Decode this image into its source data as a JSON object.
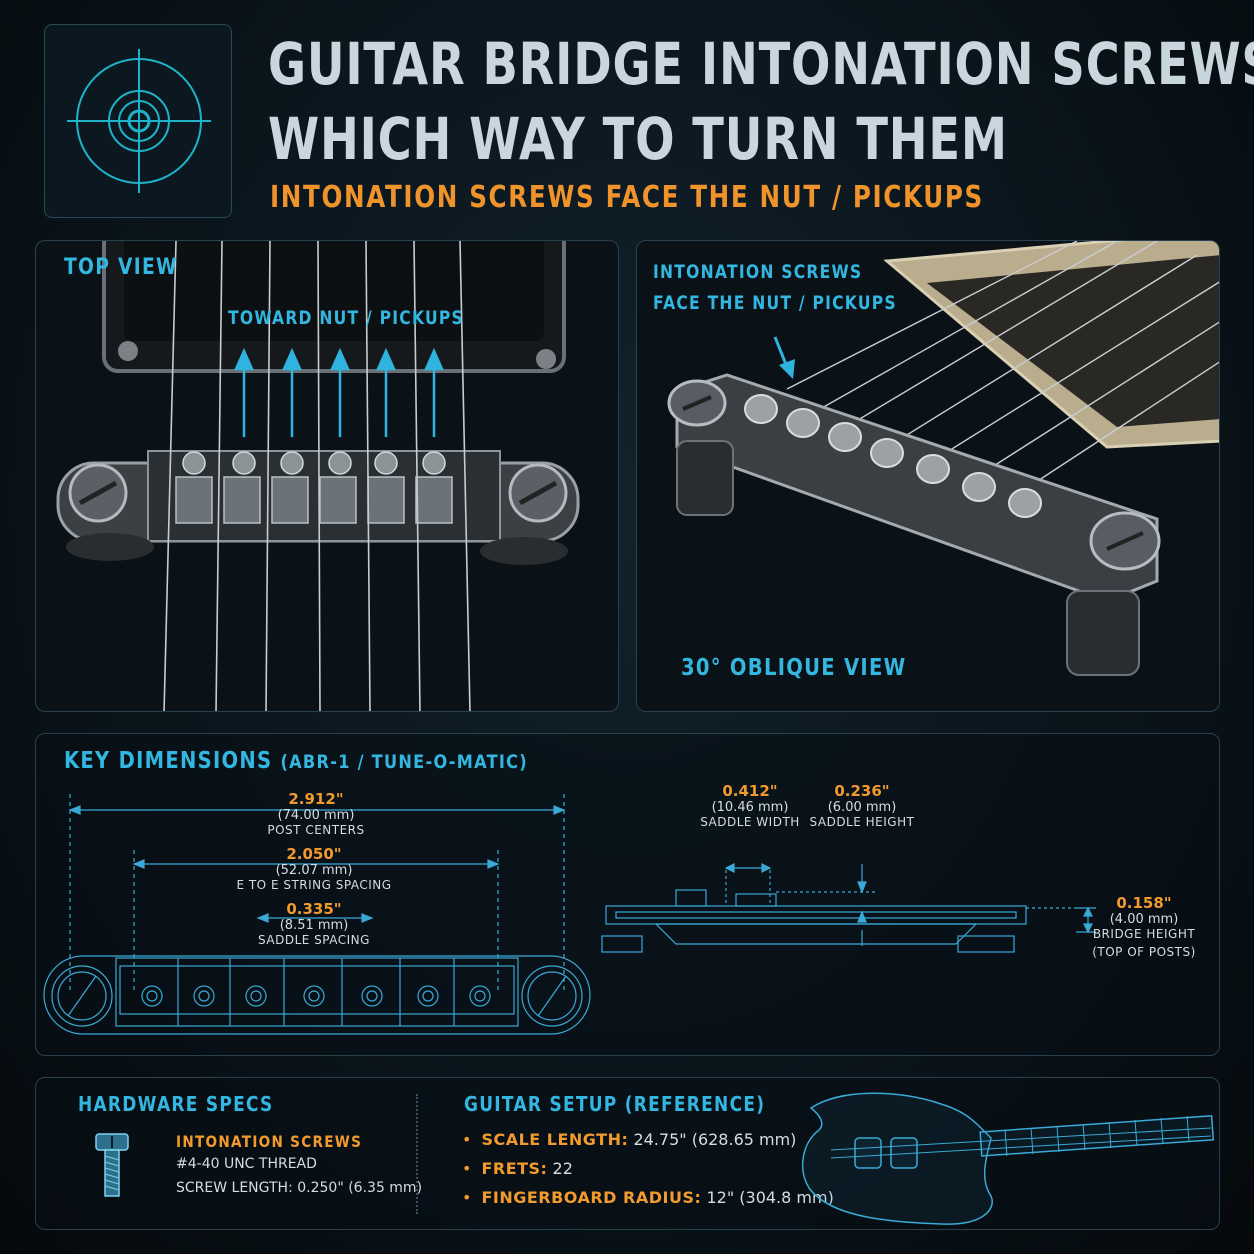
{
  "header": {
    "title_line1": "GUITAR BRIDGE INTONATION SCREWS:",
    "title_line2": "WHICH WAY TO TURN THEM",
    "subtitle": "INTONATION SCREWS FACE THE NUT / PICKUPS"
  },
  "top_view": {
    "label": "TOP VIEW",
    "arrow_label": "TOWARD NUT / PICKUPS"
  },
  "oblique_view": {
    "callout_line1": "INTONATION SCREWS",
    "callout_line2": "FACE THE NUT / PICKUPS",
    "label": "30° OBLIQUE VIEW"
  },
  "dimensions": {
    "title_main": "KEY DIMENSIONS",
    "title_paren": "(ABR-1 / TUNE-O-MATIC)",
    "post_centers": {
      "value": "2.912\"",
      "mm": "(74.00 mm)",
      "caption": "POST CENTERS"
    },
    "string_spacing": {
      "value": "2.050\"",
      "mm": "(52.07 mm)",
      "caption": "E TO E STRING SPACING"
    },
    "saddle_spacing": {
      "value": "0.335\"",
      "mm": "(8.51 mm)",
      "caption": "SADDLE SPACING"
    },
    "saddle_width": {
      "value": "0.412\"",
      "mm": "(10.46 mm)",
      "caption": "SADDLE WIDTH"
    },
    "saddle_height": {
      "value": "0.236\"",
      "mm": "(6.00 mm)",
      "caption": "SADDLE HEIGHT"
    },
    "bridge_height": {
      "value": "0.158\"",
      "mm": "(4.00 mm)",
      "caption1": "BRIDGE HEIGHT",
      "caption2": "(TOP OF POSTS)"
    }
  },
  "hardware": {
    "title": "HARDWARE SPECS",
    "item_title": "INTONATION SCREWS",
    "thread": "#4-40 UNC THREAD",
    "length": "SCREW LENGTH: 0.250\" (6.35 mm)"
  },
  "setup": {
    "title": "GUITAR SETUP (REFERENCE)",
    "items": [
      {
        "key": "SCALE LENGTH:",
        "value": " 24.75\" (628.65 mm)"
      },
      {
        "key": "FRETS:",
        "value": " 22"
      },
      {
        "key": "FINGERBOARD RADIUS:",
        "value": " 12\" (304.8 mm)"
      }
    ]
  },
  "colors": {
    "accent_blue": "#33b6e0",
    "accent_orange": "#f29a2e",
    "title_grey": "#c9d6dd",
    "panel_border": "#29414e"
  }
}
